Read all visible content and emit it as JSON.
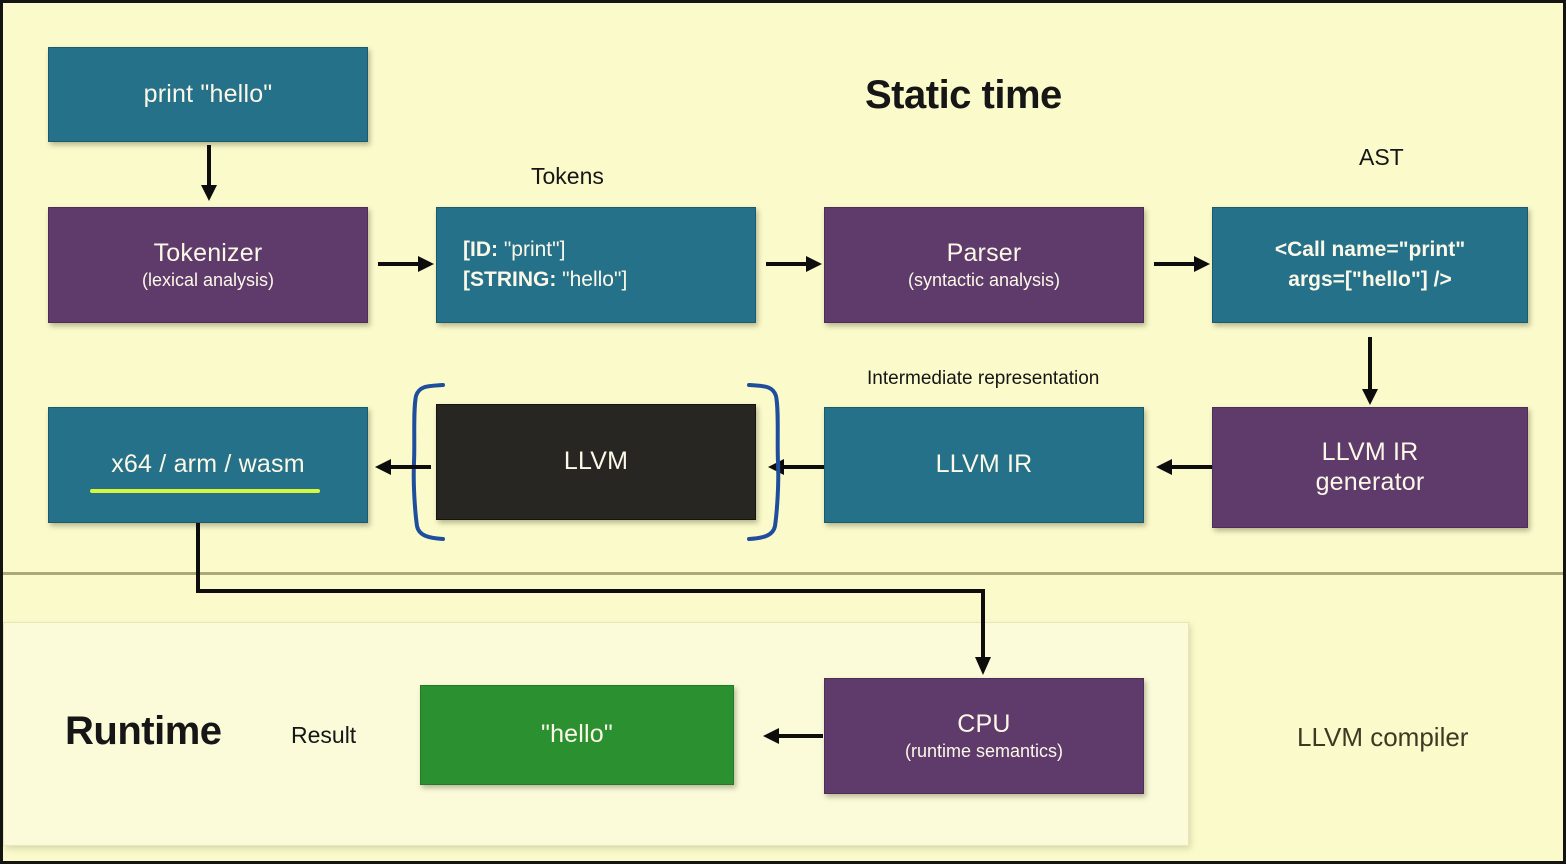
{
  "diagram": {
    "title_static": "Static time",
    "title_runtime": "Runtime",
    "footer_note": "LLVM compiler",
    "colors": {
      "background": "#FAFACB",
      "teal": "#25718A",
      "purple": "#5E3B6B",
      "black": "#282622",
      "green": "#2A9030",
      "highlight_underline": "#D6F73C",
      "bracket_blue": "#1F4E9C",
      "panel": "#FBFBDA"
    }
  },
  "labels": {
    "tokens": "Tokens",
    "ast": "AST",
    "intermediate_representation": "Intermediate representation",
    "result": "Result"
  },
  "nodes": {
    "source": {
      "title": "print \"hello\""
    },
    "tokenizer": {
      "title": "Tokenizer",
      "sub": "(lexical analysis)"
    },
    "tokens_box": {
      "line1_key": "[ID:",
      "line1_val": " \"print\"]",
      "line2_key": "[STRING:",
      "line2_val": " \"hello\"]"
    },
    "parser": {
      "title": "Parser",
      "sub": "(syntactic analysis)"
    },
    "ast_box": {
      "line1": "<Call name=\"print\"",
      "line2": "args=[\"hello\"] />"
    },
    "ir_generator": {
      "line1": "LLVM IR",
      "line2": "generator"
    },
    "llvm_ir": {
      "title": "LLVM IR"
    },
    "llvm": {
      "title": "LLVM"
    },
    "targets": {
      "title": "x64 / arm / wasm"
    },
    "cpu": {
      "title": "CPU",
      "sub": "(runtime semantics)"
    },
    "result_box": {
      "title": "\"hello\""
    }
  }
}
